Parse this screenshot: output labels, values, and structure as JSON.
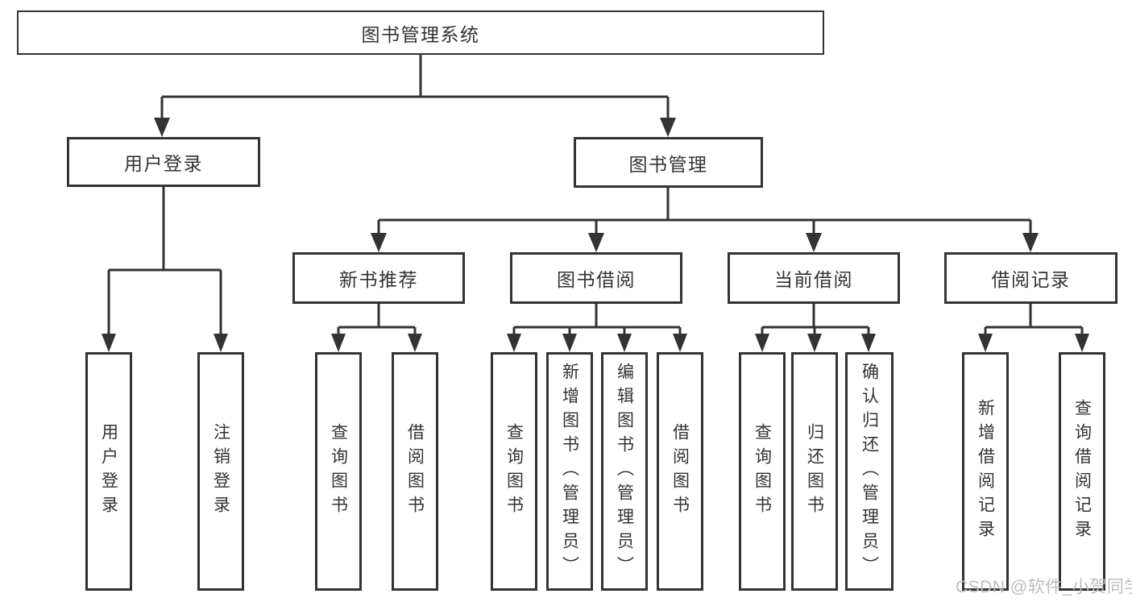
{
  "diagram": {
    "root": {
      "label": "图书管理系统"
    },
    "level2": {
      "user_login": {
        "label": "用户登录"
      },
      "book_management": {
        "label": "图书管理"
      }
    },
    "level3": {
      "new_book_recommend": {
        "label": "新书推荐"
      },
      "book_borrow": {
        "label": "图书借阅"
      },
      "current_borrow": {
        "label": "当前借阅"
      },
      "borrow_records": {
        "label": "借阅记录"
      }
    },
    "leaves": {
      "user_login": [
        "用户登录",
        "注销登录"
      ],
      "new_book_recommend": [
        "查询图书",
        "借阅图书"
      ],
      "book_borrow": [
        "查询图书",
        "新增图书（管理员）",
        "编辑图书（管理员）",
        "借阅图书"
      ],
      "current_borrow": [
        "查询图书",
        "归还图书",
        "确认归还（管理员）"
      ],
      "borrow_records": [
        "新增借阅记录",
        "查询借阅记录"
      ]
    }
  },
  "watermark": {
    "text": "CSDN @软件_小贺同学"
  },
  "colors": {
    "line": "#333333",
    "text": "#333333",
    "watermark": "#bdbdbd",
    "background": "#ffffff"
  }
}
